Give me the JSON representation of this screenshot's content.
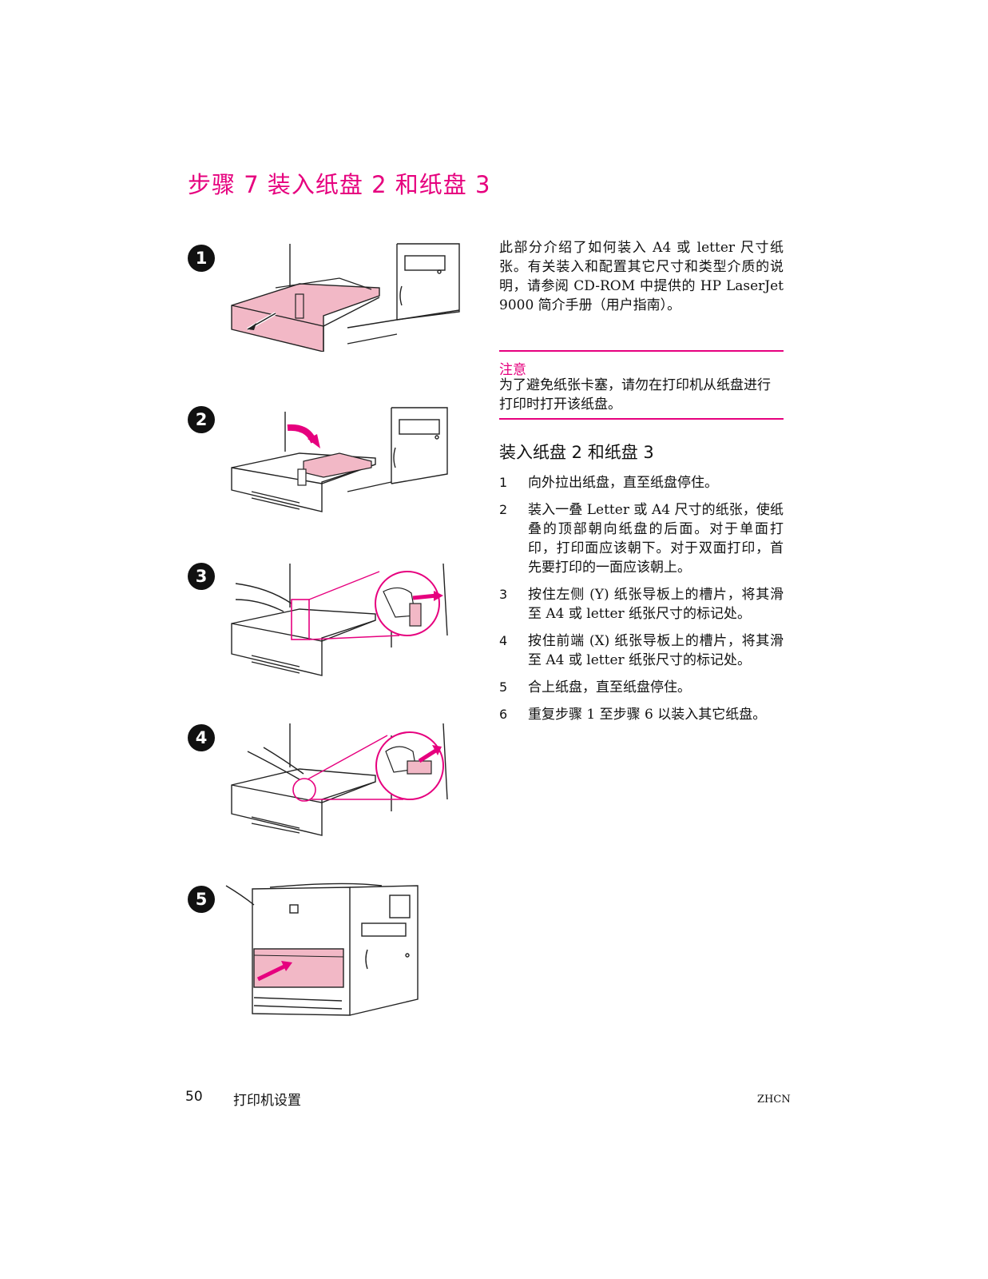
{
  "page": {
    "title": "步骤 7  装入纸盘 2 和纸盘 3",
    "intro": "此部分介绍了如何装入 A4 或 letter 尺寸纸张。有关装入和配置其它尺寸和类型介质的说明，请参阅 CD-ROM 中提供的 HP LaserJet 9000 简介手册（用户指南）。",
    "note": {
      "label": "注意",
      "text": "为了避免纸张卡塞，请勿在打印机从纸盘进行打印时打开该纸盘。"
    },
    "subheading": "装入纸盘 2 和纸盘 3",
    "steps": [
      {
        "num": "1",
        "text": "向外拉出纸盘，直至纸盘停住。"
      },
      {
        "num": "2",
        "text": "装入一叠 Letter 或 A4 尺寸的纸张，使纸叠的顶部朝向纸盘的后面。对于单面打印，打印面应该朝下。对于双面打印，首先要打印的一面应该朝上。"
      },
      {
        "num": "3",
        "text": "按住左侧 (Y) 纸张导板上的槽片，将其滑至 A4 或 letter 纸张尺寸的标记处。"
      },
      {
        "num": "4",
        "text": "按住前端 (X) 纸张导板上的槽片，将其滑至 A4 或 letter 纸张尺寸的标记处。"
      },
      {
        "num": "5",
        "text": "合上纸盘，直至纸盘停住。"
      },
      {
        "num": "6",
        "text": "重复步骤 1 至步骤 6 以装入其它纸盘。"
      }
    ],
    "figure_badges": [
      "1",
      "2",
      "3",
      "4",
      "5"
    ],
    "footer": {
      "page_number": "50",
      "section": "打印机设置",
      "code": "ZHCN"
    },
    "colors": {
      "accent": "#e6007e",
      "highlight": "#f2b8c6"
    }
  }
}
